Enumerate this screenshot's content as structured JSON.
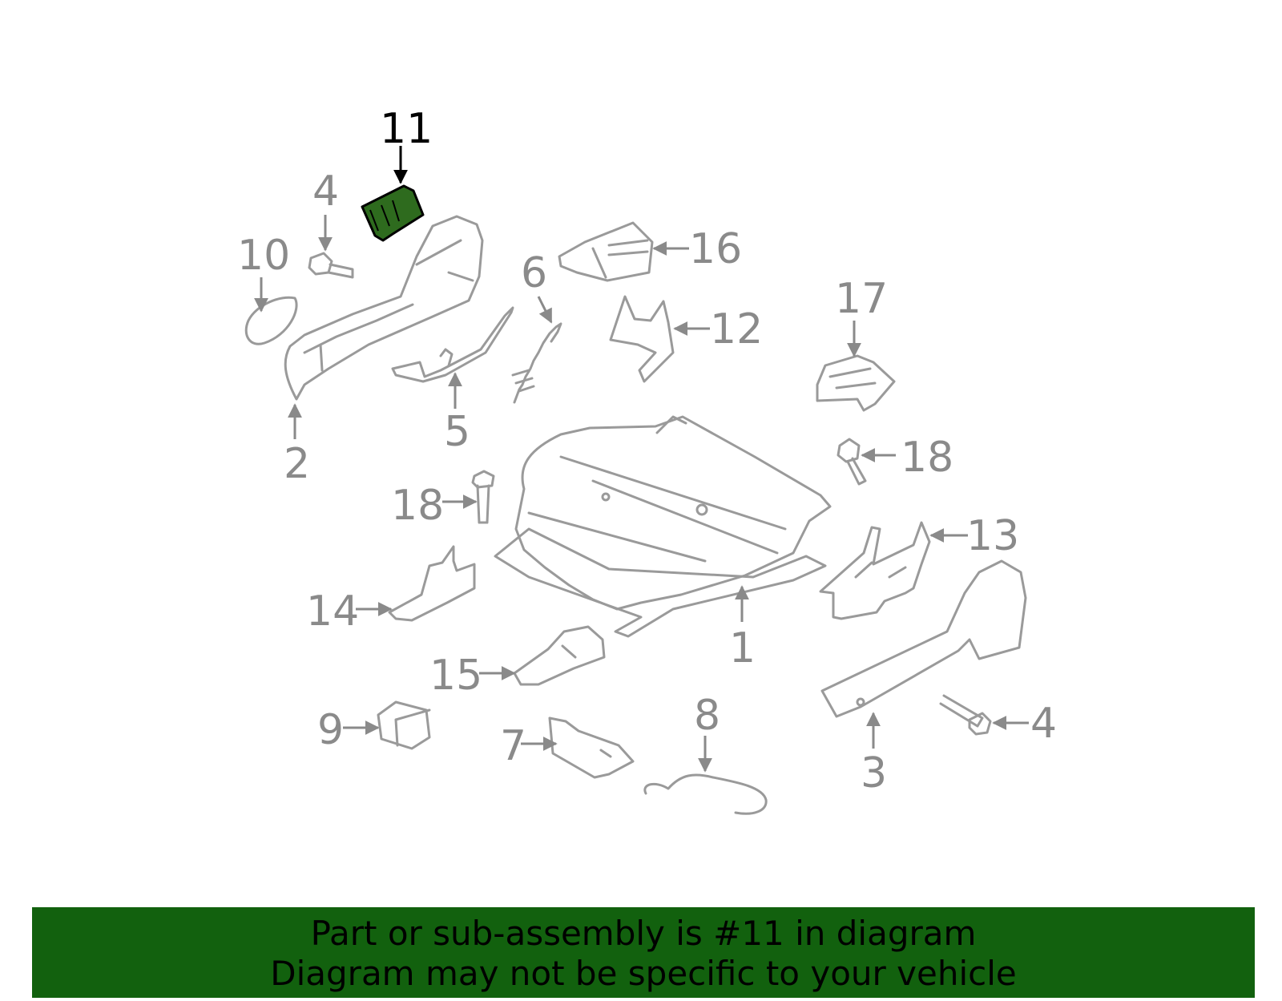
{
  "highlight_color": "#12610e",
  "highlighted_part": "11",
  "callouts": {
    "c1": "1",
    "c2": "2",
    "c3": "3",
    "c4a": "4",
    "c4b": "4",
    "c5": "5",
    "c6": "6",
    "c7": "7",
    "c8": "8",
    "c9": "9",
    "c10": "10",
    "c11": "11",
    "c12": "12",
    "c13": "13",
    "c14": "14",
    "c15": "15",
    "c16": "16",
    "c17": "17",
    "c18a": "18",
    "c18b": "18"
  },
  "banner": {
    "line1": "Part or sub-assembly is #11 in diagram",
    "line2": "Diagram may not be specific to your vehicle"
  }
}
